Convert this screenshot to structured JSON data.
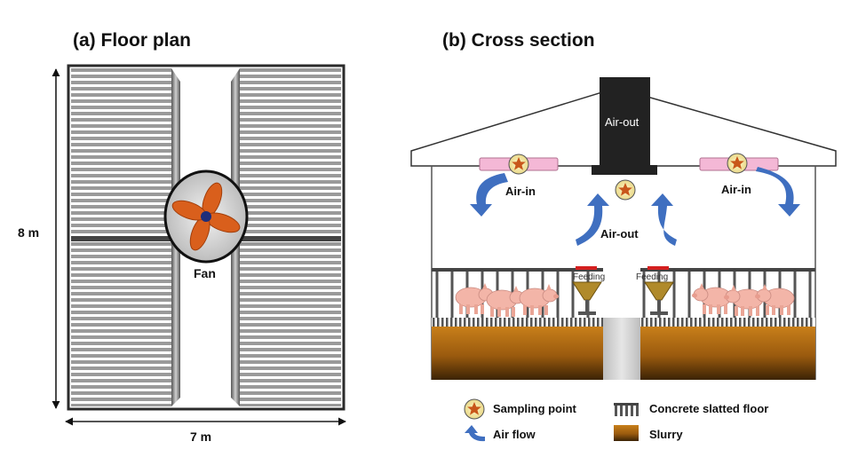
{
  "floor_plan": {
    "title": "(a) Floor plan",
    "height_label": "8 m",
    "width_label": "7 m",
    "fan_label": "Fan"
  },
  "cross_section": {
    "title": "(b) Cross section",
    "chimney_label": "Air-out",
    "air_in_left": "Air-in",
    "air_in_right": "Air-in",
    "air_out_center": "Air-out",
    "feeding_left": "Feeding",
    "feeding_right": "Feeding"
  },
  "legend": {
    "sampling_point": "Sampling point",
    "air_flow": "Air flow",
    "slatted_floor": "Concrete slatted floor",
    "slurry": "Slurry"
  },
  "colors": {
    "duct_pink": "#f4b8d6",
    "arrow_blue": "#3f6fc0",
    "fan_orange": "#d95f1c",
    "slurry_brown": "#a0600e",
    "star_orange": "#c8561a"
  }
}
